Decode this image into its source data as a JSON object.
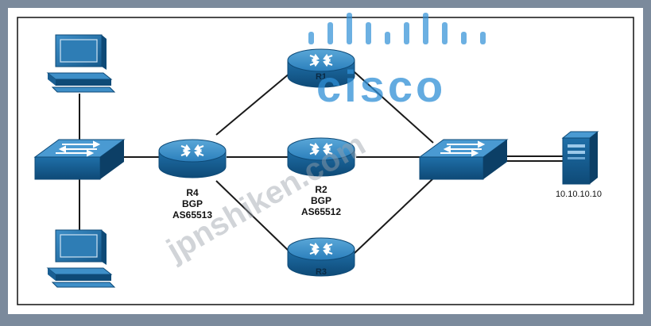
{
  "diagram": {
    "nodes": {
      "r1": {
        "name": "R1"
      },
      "r2": {
        "name": "R2",
        "protocol": "BGP",
        "as": "AS65512"
      },
      "r3": {
        "name": "R3"
      },
      "r4": {
        "name": "R4",
        "protocol": "BGP",
        "as": "AS65513"
      },
      "server": {
        "ip": "10.10.10.10"
      }
    }
  },
  "watermark": {
    "brand": "cisco",
    "site": "jpnshiken.com"
  },
  "colors": {
    "device_blue": "#1d6aa0",
    "device_dark": "#0f4d78",
    "frame": "#7b8a9c",
    "canvas": "#ffffff"
  }
}
